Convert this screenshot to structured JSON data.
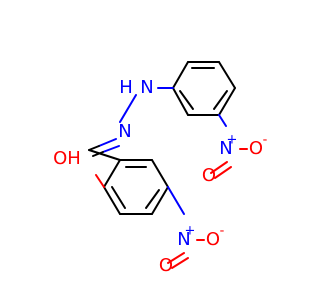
{
  "molecule": {
    "atoms": {
      "n_hydrazine_upper": "N",
      "h_hydrazine": "H",
      "n_hydrazine_lower": "N",
      "oh_group": "OH",
      "nitro_top_n": "N",
      "nitro_top_plus": "+",
      "nitro_top_o_right": "O",
      "nitro_top_minus": "-",
      "nitro_top_o_lower": "O",
      "nitro_bottom_n": "N",
      "nitro_bottom_plus": "+",
      "nitro_bottom_o_right": "O",
      "nitro_bottom_minus": "-",
      "nitro_bottom_o_lower": "O"
    },
    "colors": {
      "carbon_bond": "#000000",
      "nitrogen": "#0000ff",
      "oxygen": "#ff0000"
    }
  }
}
